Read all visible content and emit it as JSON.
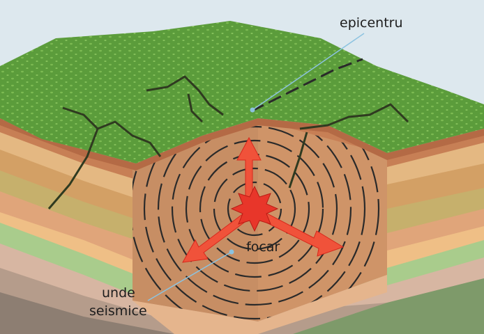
{
  "labels": {
    "epicenter": "epicentru",
    "focus": "focar",
    "seismic_waves_line1": "unde",
    "seismic_waves_line2": "seismice"
  },
  "colors": {
    "sky": "#dde8ee",
    "grass": "#5a9a3a",
    "focus_red": "#e8362a",
    "arrow_red": "#f0523a",
    "wave_ring": "#2a2a2a",
    "leader_line": "#8cc3e0"
  }
}
